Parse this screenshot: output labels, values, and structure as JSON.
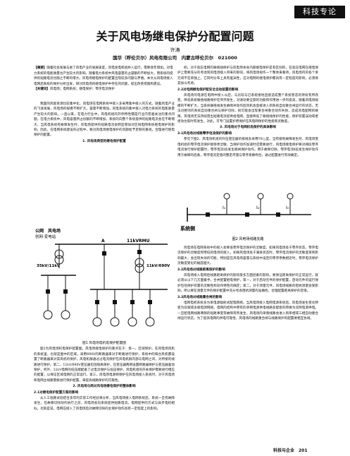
{
  "header": {
    "badge": "科技专论"
  },
  "article": {
    "title": "关于风电场继电保护分配置问题",
    "author": "许涛",
    "affiliation": "国华（呼伦贝尔）风电有限公司　内蒙古呼伦贝尔　021000"
  },
  "abstract": {
    "label": "【摘要】",
    "text": "随着社会发展与进了风电产业的发展速度，风电发电机组并入运行，需要逐年增加。对电力系统的电能质量也产生较大的影响。随着电力系统中风电容量的占容额的不断加大，而系统的提供的短路电流也随之不断的增大。风电场继电保护的配置出现较多问题与矛盾。本文从风电场接入电网后系统的保护分析出发，研讨风电场的继电保护中存在的问题，提出改善措施和建议。",
    "kw_label": "【关键词】",
    "keywords": "风电场；电网系统；继电保护；零序电流保护"
  },
  "left": {
    "intro1": "我国的风能资源比较集中化，风电场在电网系统中接入多采用集中接入的方式。随着风电产业的飞速发展，风电场的规模不断扩大，容量不断增加，风电系统的集中接入对电力系统的电能质量产生较大的影响。一直以来，在电力行业中，风电机组的开停特性都是行业内普遍关注的重点问题。在电力系统中，风电容量所占份额的不断增加，系统的向整个系统提供的短路电流会在不断增大，当风电系统有故障发生时，风电场提供的短路电流会明显增加对区域电网系统继电保护的影响，因此，在电网系统建设的过程中，要对风电场继电保护的问题给予足够的重视，合理进行继电保护的配置。",
    "h1": "1. 风电场典型的继电保护配置",
    "fig_grid": "公网　风电场",
    "fig_station": "创网·变电站",
    "fig_a": "A",
    "fig_v1": "11kVRMU",
    "fig_v2": "35kV/11kV",
    "fig_v3": "11kV/690V",
    "caption1": "图1 风电场电机电保护配置图",
    "body1": "图1为风电场机电保护配置图。风电场继电保护的重点在于：第一，区域保护。在风电场风机的系统里，也就是图中的区域，采用690V的断路器来对于断路进行保护。系统中的每台风机都设置了断路器来对其风机的保护，风电机群通过过电流保护在风电机群内部与电网之间，对所接的线路进行保护。第二，11kV/690V变压器包括隔离保护，在变压器两侧设置断路器保护与变压器差动保护，另外，11kV电网的低压端配备了过电流保护与低压保护，风电机组的开关保护需要进行相应的配置，以保证区域电网的正常运行。第三，风电场电源侧保护在风电场接入系统时，对于风电场和电网主线路需要进行保护配置，来提高线路保护的可靠性。",
    "h2": "2. 风电场与两对风电场继电保护的整体影响",
    "h21": "2.1对继电保护配置方案的影响",
    "body2": "从人工短路试验结合多年的实际工作经验来分析，当风电场接入电网系统后，系统一旦有故障发生，在故障切除动作执行之前，风电场会向系统提供短路电流。电网提供的方式与异步电机相似，也就是说，电网在接入了风电场后对故障切除的主保护动作具有一定程度上的影响。"
  },
  "right": {
    "p1": "响，对于高压电网的联络线保护与风电场本身内部继电保护是有区别的，在高压电网在继电保护上需要充分的考虑到风电场接入带来的影响，将风电场视作一个整体来看待，风电场内的各个单元间不在单独上，它同时分布上具有差异性，这对电网的继电保护都具有一定程度的影响，必须将其加以考虑。",
    "h22": "2.2对电网继电保护配安全自动装置的影响",
    "p2": "风电场的电源在电网中接入以后，与比较与已系统接地直接造成整个系统暂态的持续有所改变，降低系统联络线路保护在突然发生，对速动要全部的功能和作用进一步的提高，随着风电场规模的不断扩大，当系统联络线发生故障并动作后风机会直接进入到系统自动重合闸运行的状态，无法对相邻的系统自动重合闸与保护切除，很可能会出现重合闸重合动作失败，造成风电配网的故障，风电场无法持续馈出短路电流提供给电网，直接降低了联络线保护的性能，保护装置误动或者拒动也就时有发生，对此，可专门设置护原保护在风电网保护的性能和灵敏度。",
    "h3": "3. 风电场对于电网机电保护的具体影响",
    "h31": "3.1风电场对线路零序电流保护的影响",
    "p3": "参见下图2，风电场机组的升压变压器的接线多采用Y0/△型，当有接地故障发生时，风电场变电机组的零序电流保护能够更灵敏，当保护动作加速时还需要进行，风电场继电保护要对阀段零序电流进行保护配置时，零序电流Ⅰ段发生跳闸保护动作，用于故障切除，零序电流Ⅱ段发生保护动作用于故障的后备，零序电流定值的整定尽量与零序系数吻合，通过配置进行有效确定。",
    "fig2_label": "系统侧",
    "fig2_i1": "I₁",
    "fig2_i2": "I₂",
    "fig2_i0": "I₀",
    "caption2": "图2 风电场线路支路",
    "p4": "风电场在电网系统中的接入会降低零序电流保护的灵敏度，如果风电场处于零序状态，零序电流保护的灵敏度和零低风电场的接入，如果风电场处于满发状态时，零序电流保护的灵敏度受到影响最大，会出现失效的可能，特别是在风电场容量与系统中设定的零序参数相近时，零序电流保护灵敏度受化的幅度越大。",
    "h32": "3.2风电场对线路距离保护的影响",
    "p5": "风电场接入电网后线路距离保护的影响受多方面因素的影响，要保证距离保护的正常运行，就必须从以下几方面着手。合并配置继电保护，第一，对于启动元件的保护配置，启动元件的运行保护包括保护装置的灵敏性和动作特性的确定；第二，对于测量元件，风电场线路的阻抗测量会受影响，所以要在测量元件的保护配置中充分考虑阻抗测量的准确性，合理配置距离保护的定值。",
    "h33": "3.3风电场对线路重合闸的影响",
    "p6": "电网电机系统多为单电源辐射式配电网络，当风电场接入电网电源系统后，风电场发生变化特变为双端或多端电源网络，电网的结构中原有的单侧电源供电线路会配套的转换为双侧电源供电。一旦配电网线路两侧的短路事变等故障有所发生，风电场的单侧线路会进入到单相或三相自动重合闸运行状态，为了提高电网的供电可靠性，风电场的线路重合闸与线路保护的配置要相互协调。"
  },
  "footer": {
    "text": "科技与企业　201"
  }
}
